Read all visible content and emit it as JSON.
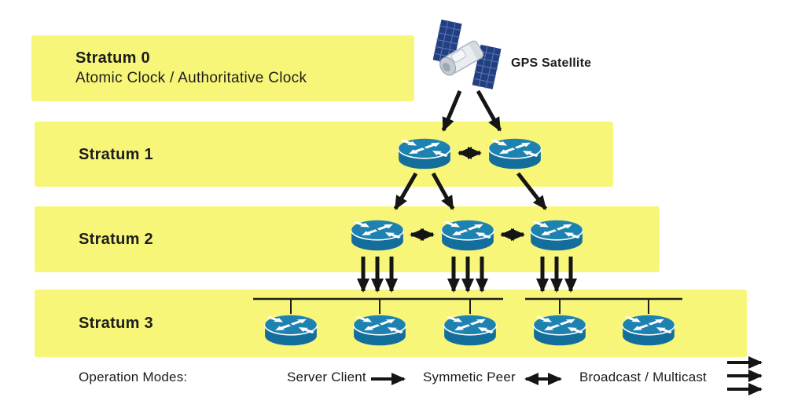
{
  "strata": [
    {
      "label": "Stratum 0",
      "sublabel": "Atomic Clock / Authoritative Clock",
      "router_count": 0
    },
    {
      "label": "Stratum 1",
      "router_count": 2
    },
    {
      "label": "Stratum 2",
      "router_count": 3
    },
    {
      "label": "Stratum 3",
      "router_count": 5
    }
  ],
  "satellite": {
    "label": "GPS Satellite",
    "icon": "gps-satellite-icon"
  },
  "legend": {
    "title": "Operation Modes:",
    "modes": [
      {
        "label": "Server Client",
        "arrow": "single-headed"
      },
      {
        "label": "Symmetic Peer",
        "arrow": "double-headed"
      },
      {
        "label": "Broadcast / Multicast",
        "arrow": "triple-stacked"
      }
    ]
  },
  "icons": {
    "router": "router-icon",
    "satellite": "gps-satellite-icon",
    "arrow": "black-arrow-icon"
  },
  "colors": {
    "band_yellow": "#f8f679",
    "router_top": "#1e82b0",
    "router_side": "#136e9c",
    "panel_navy": "#223f82",
    "arrow_black": "#151515",
    "text_dark": "#1c1c1c"
  }
}
